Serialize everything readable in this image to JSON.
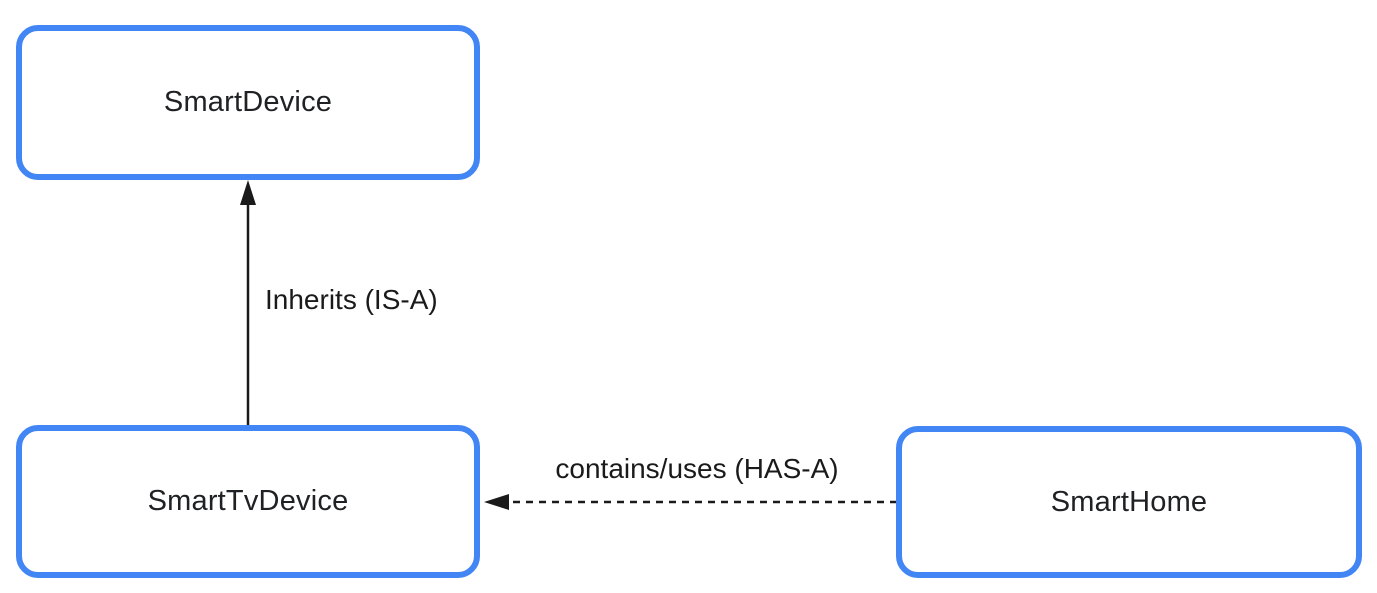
{
  "diagram": {
    "type": "class-relationship-diagram",
    "nodes": [
      {
        "id": "smart-device",
        "label": "SmartDevice"
      },
      {
        "id": "smart-tv-device",
        "label": "SmartTvDevice"
      },
      {
        "id": "smart-home",
        "label": "SmartHome"
      }
    ],
    "edges": [
      {
        "from": "SmartTvDevice",
        "to": "SmartDevice",
        "label": "Inherits (IS-A)",
        "line_style": "solid",
        "direction": "up"
      },
      {
        "from": "SmartHome",
        "to": "SmartTvDevice",
        "label": "contains/uses (HAS-A)",
        "line_style": "dashed",
        "direction": "left"
      }
    ],
    "colors": {
      "node_border": "#4285F4",
      "node_background": "#FFFFFF",
      "node_text": "#202124",
      "edge_line": "#1A1A1A",
      "edge_text": "#1A1A1A",
      "canvas_background": "#FFFFFF"
    }
  }
}
